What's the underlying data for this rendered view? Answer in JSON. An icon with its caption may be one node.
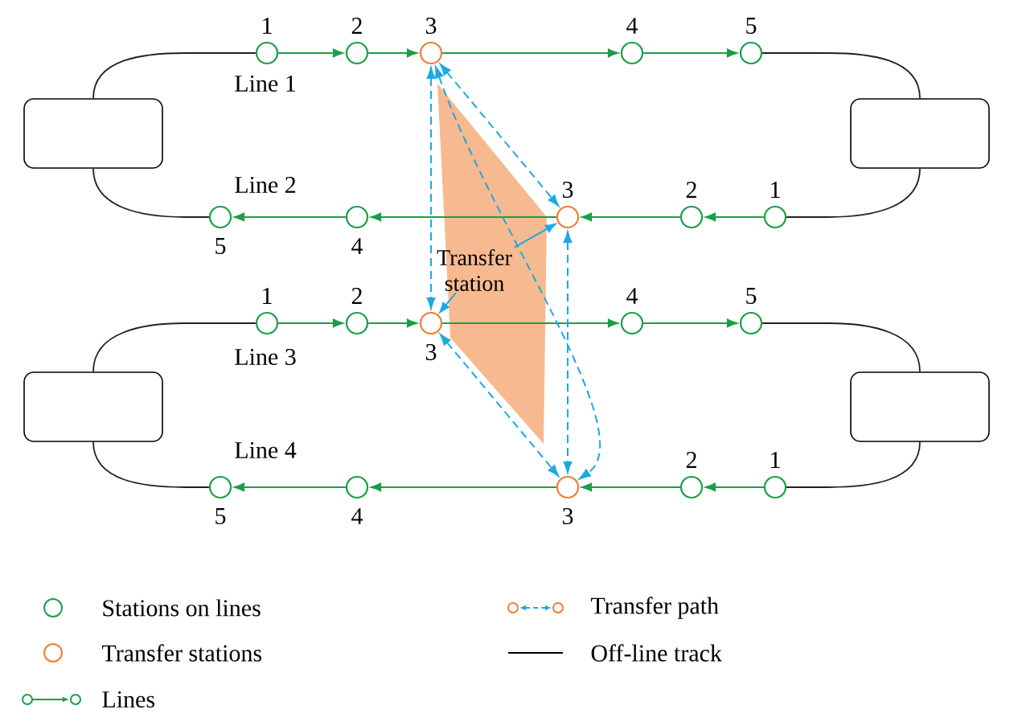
{
  "diagram": {
    "nodes": [
      {
        "text": [],
        "shape": "circle",
        "beside": [
          "1"
        ]
      },
      {
        "text": [],
        "shape": "circle",
        "beside": [
          "2"
        ]
      },
      {
        "text": [],
        "shape": "circle",
        "beside": [
          "3"
        ]
      },
      {
        "text": [],
        "shape": "circle",
        "beside": [
          "4"
        ]
      },
      {
        "text": [],
        "shape": "circle",
        "beside": [
          "5"
        ]
      },
      {
        "text": [],
        "shape": "box"
      },
      {
        "text": [],
        "shape": "box"
      },
      {
        "text": [],
        "shape": "circle",
        "beside": [
          "5"
        ]
      },
      {
        "text": [],
        "shape": "circle",
        "beside": [
          "4"
        ]
      },
      {
        "text": [],
        "shape": "circle",
        "beside": [
          "3"
        ]
      },
      {
        "text": [],
        "shape": "circle",
        "beside": [
          "2"
        ]
      },
      {
        "text": [],
        "shape": "circle",
        "beside": [
          "1"
        ]
      },
      {
        "text": [
          "Transfer station"
        ]
      },
      {
        "text": [],
        "shape": "circle",
        "beside": [
          "1"
        ]
      },
      {
        "text": [],
        "shape": "circle",
        "beside": [
          "2"
        ]
      },
      {
        "text": [],
        "shape": "circle",
        "beside": [
          "3"
        ]
      },
      {
        "text": [],
        "shape": "circle",
        "beside": [
          "4"
        ]
      },
      {
        "text": [],
        "shape": "circle",
        "beside": [
          "5"
        ]
      },
      {
        "text": [],
        "shape": "box"
      },
      {
        "text": [],
        "shape": "box"
      },
      {
        "text": [],
        "shape": "circle",
        "beside": [
          "5"
        ]
      },
      {
        "text": [],
        "shape": "circle",
        "beside": [
          "4"
        ]
      },
      {
        "text": [],
        "shape": "circle",
        "beside": [
          "3"
        ]
      },
      {
        "text": [],
        "shape": "circle",
        "beside": [
          "2"
        ]
      },
      {
        "text": [],
        "shape": "circle",
        "beside": [
          "1"
        ]
      }
    ],
    "edges": [
      {
        "from": 0,
        "to": 1,
        "arrow": "to"
      },
      {
        "from": 1,
        "to": 2,
        "arrow": "to"
      },
      {
        "from": 2,
        "to": 3,
        "arrow": "to"
      },
      {
        "from": 3,
        "to": 4,
        "arrow": "to"
      },
      {
        "from": 11,
        "to": 10,
        "arrow": "to"
      },
      {
        "from": 10,
        "to": 9,
        "arrow": "to"
      },
      {
        "from": 9,
        "to": 8,
        "arrow": "to"
      },
      {
        "from": 8,
        "to": 7,
        "arrow": "to"
      },
      {
        "from": 13,
        "to": 14,
        "arrow": "to"
      },
      {
        "from": 14,
        "to": 15,
        "arrow": "to"
      },
      {
        "from": 15,
        "to": 16,
        "arrow": "to"
      },
      {
        "from": 16,
        "to": 17,
        "arrow": "to"
      },
      {
        "from": 24,
        "to": 23,
        "arrow": "to"
      },
      {
        "from": 23,
        "to": 22,
        "arrow": "to"
      },
      {
        "from": 22,
        "to": 21,
        "arrow": "to"
      },
      {
        "from": 21,
        "to": 20,
        "arrow": "to"
      },
      {
        "from": 0,
        "to": 5,
        "arrow": "none",
        "color": "#231f20"
      },
      {
        "from": 5,
        "to": 7,
        "arrow": "none",
        "color": "#231f20"
      },
      {
        "from": 4,
        "to": 6,
        "arrow": "none",
        "color": "#231f20"
      },
      {
        "from": 6,
        "to": 11,
        "arrow": "none",
        "color": "#231f20"
      },
      {
        "from": 13,
        "to": 18,
        "arrow": "none",
        "color": "#231f20"
      },
      {
        "from": 18,
        "to": 20,
        "arrow": "none",
        "color": "#231f20"
      },
      {
        "from": 17,
        "to": 19,
        "arrow": "none",
        "color": "#231f20"
      },
      {
        "from": 19,
        "to": 24,
        "arrow": "none",
        "color": "#231f20"
      },
      {
        "from": 2,
        "to": 9,
        "arrow": "both",
        "style": "dashed",
        "color": "#1ba9e1"
      },
      {
        "from": 2,
        "to": 15,
        "arrow": "both",
        "style": "dashed",
        "color": "#1ba9e1"
      },
      {
        "from": 2,
        "to": 22,
        "arrow": "both",
        "style": "dashed",
        "color": "#1ba9e1"
      },
      {
        "from": 9,
        "to": 22,
        "arrow": "both",
        "style": "dashed",
        "color": "#1ba9e1"
      },
      {
        "from": 15,
        "to": 22,
        "arrow": "both",
        "style": "dashed",
        "color": "#1ba9e1"
      },
      {
        "from": 12,
        "to": 9,
        "arrow": "to",
        "color": "#1ba9e1"
      },
      {
        "from": 12,
        "to": 15,
        "arrow": "to",
        "color": "#1ba9e1"
      }
    ],
    "labels": [
      "Line 1",
      "Line 2",
      "Line 3",
      "Line 4"
    ],
    "legend": [
      {
        "text": "Stations on lines"
      },
      {
        "text": "Transfer path"
      },
      {
        "text": "Transfer stations"
      },
      {
        "text": "Off-line track"
      },
      {
        "text": "Lines"
      }
    ]
  }
}
